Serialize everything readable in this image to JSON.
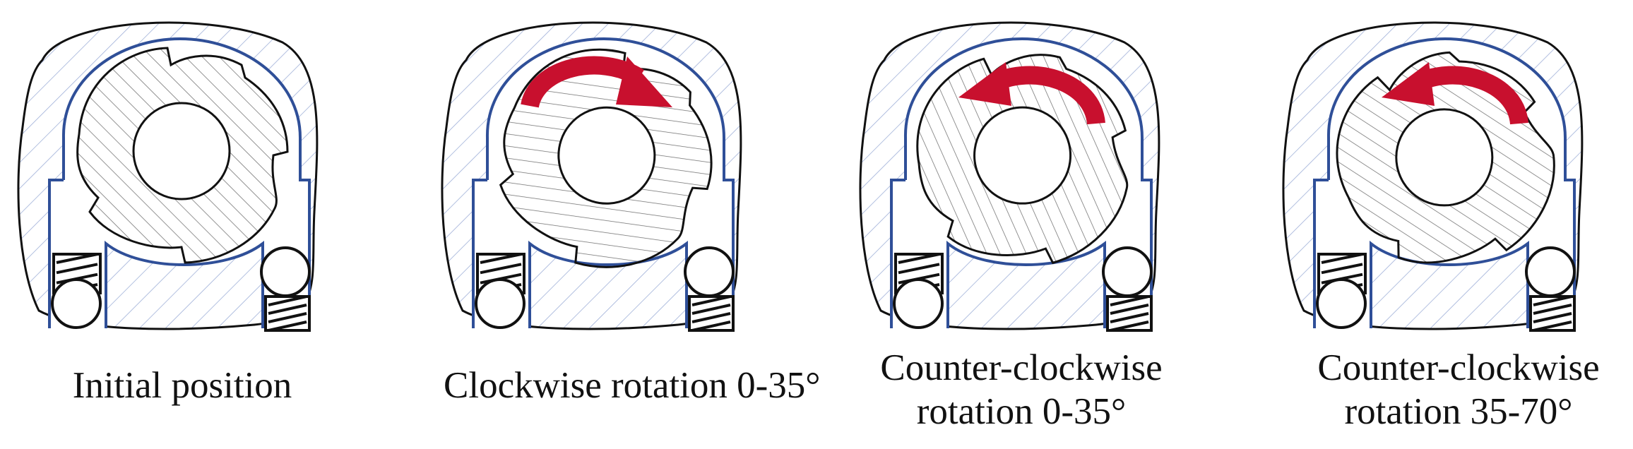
{
  "panels": [
    {
      "caption_lines": [
        "Initial position"
      ],
      "rotation": "none"
    },
    {
      "caption_lines": [
        "Clockwise rotation 0-35°"
      ],
      "rotation": "clockwise"
    },
    {
      "caption_lines": [
        "Counter-clockwise",
        "rotation 0-35°"
      ],
      "rotation": "counter-clockwise"
    },
    {
      "caption_lines": [
        "Counter-clockwise",
        "rotation 35-70°"
      ],
      "rotation": "counter-clockwise"
    }
  ],
  "colors": {
    "outline": "#111111",
    "hatch_housing": "#9fb0d8",
    "hatch_rotor": "#7a7a7a",
    "bore": "#2f4f98",
    "arrow": "#c8102e"
  }
}
